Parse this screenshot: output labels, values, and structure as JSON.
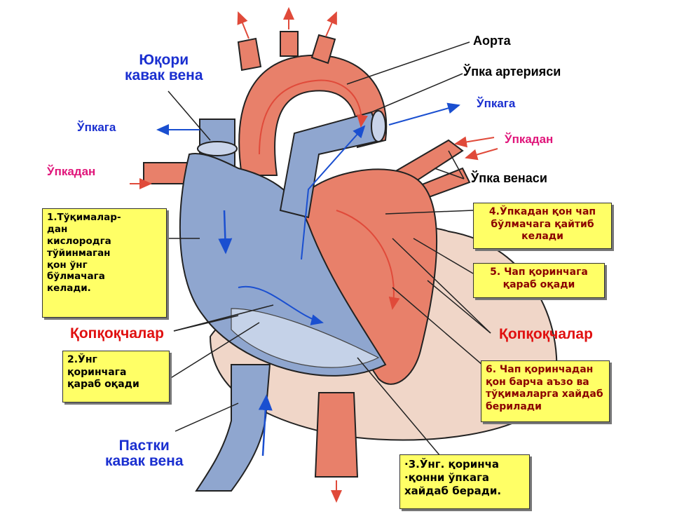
{
  "labels": {
    "superior_vena_cava": [
      "Юқори",
      "кавак вена"
    ],
    "aorta": "Аорта",
    "pulmonary_artery": "Ўпка артерияси",
    "to_lungs_left": "Ўпкага",
    "to_lungs_right": "Ўпкага",
    "from_lungs_left": "Ўпкадан",
    "from_lungs_right": "Ўпкадан",
    "pulmonary_veins": "Ўпка венаси",
    "valves_left": "Қопқоқчалар",
    "valves_right": "Қопқоқчалар",
    "inferior_vena_cava": [
      "Пастки",
      "кавак вена"
    ]
  },
  "notes": {
    "note1": [
      "1.Тўқималар-",
      "дан",
      "кислородга",
      "тўйинмаган",
      "қон ўнг",
      "бўлмачага",
      "келади."
    ],
    "note2": [
      "2.Ўнг",
      "қоринчага",
      "қараб оқади"
    ],
    "note3": [
      "·3.Ўнг. қоринча",
      "·қонни ўпкага",
      "хайдаб беради."
    ],
    "note4": [
      "4.Ўпкадан қон чап",
      "бўлмачага қайтиб",
      "келади"
    ],
    "note5": [
      "5. Чап қоринчага",
      "қараб оқади"
    ],
    "note6": [
      "6. Чап қоринчадан",
      "қон барча аъзо ва",
      "тўқималарга хайдаб",
      "берилади"
    ]
  },
  "colors": {
    "blue_label": "#1a2fd0",
    "red_label": "#e01010",
    "pink_label": "#e0157a",
    "note_bg": "#ffff66",
    "oxygenated": "#e8806a",
    "deoxygenated": "#8fa6cf",
    "pericardium": "#f0d6c8"
  }
}
